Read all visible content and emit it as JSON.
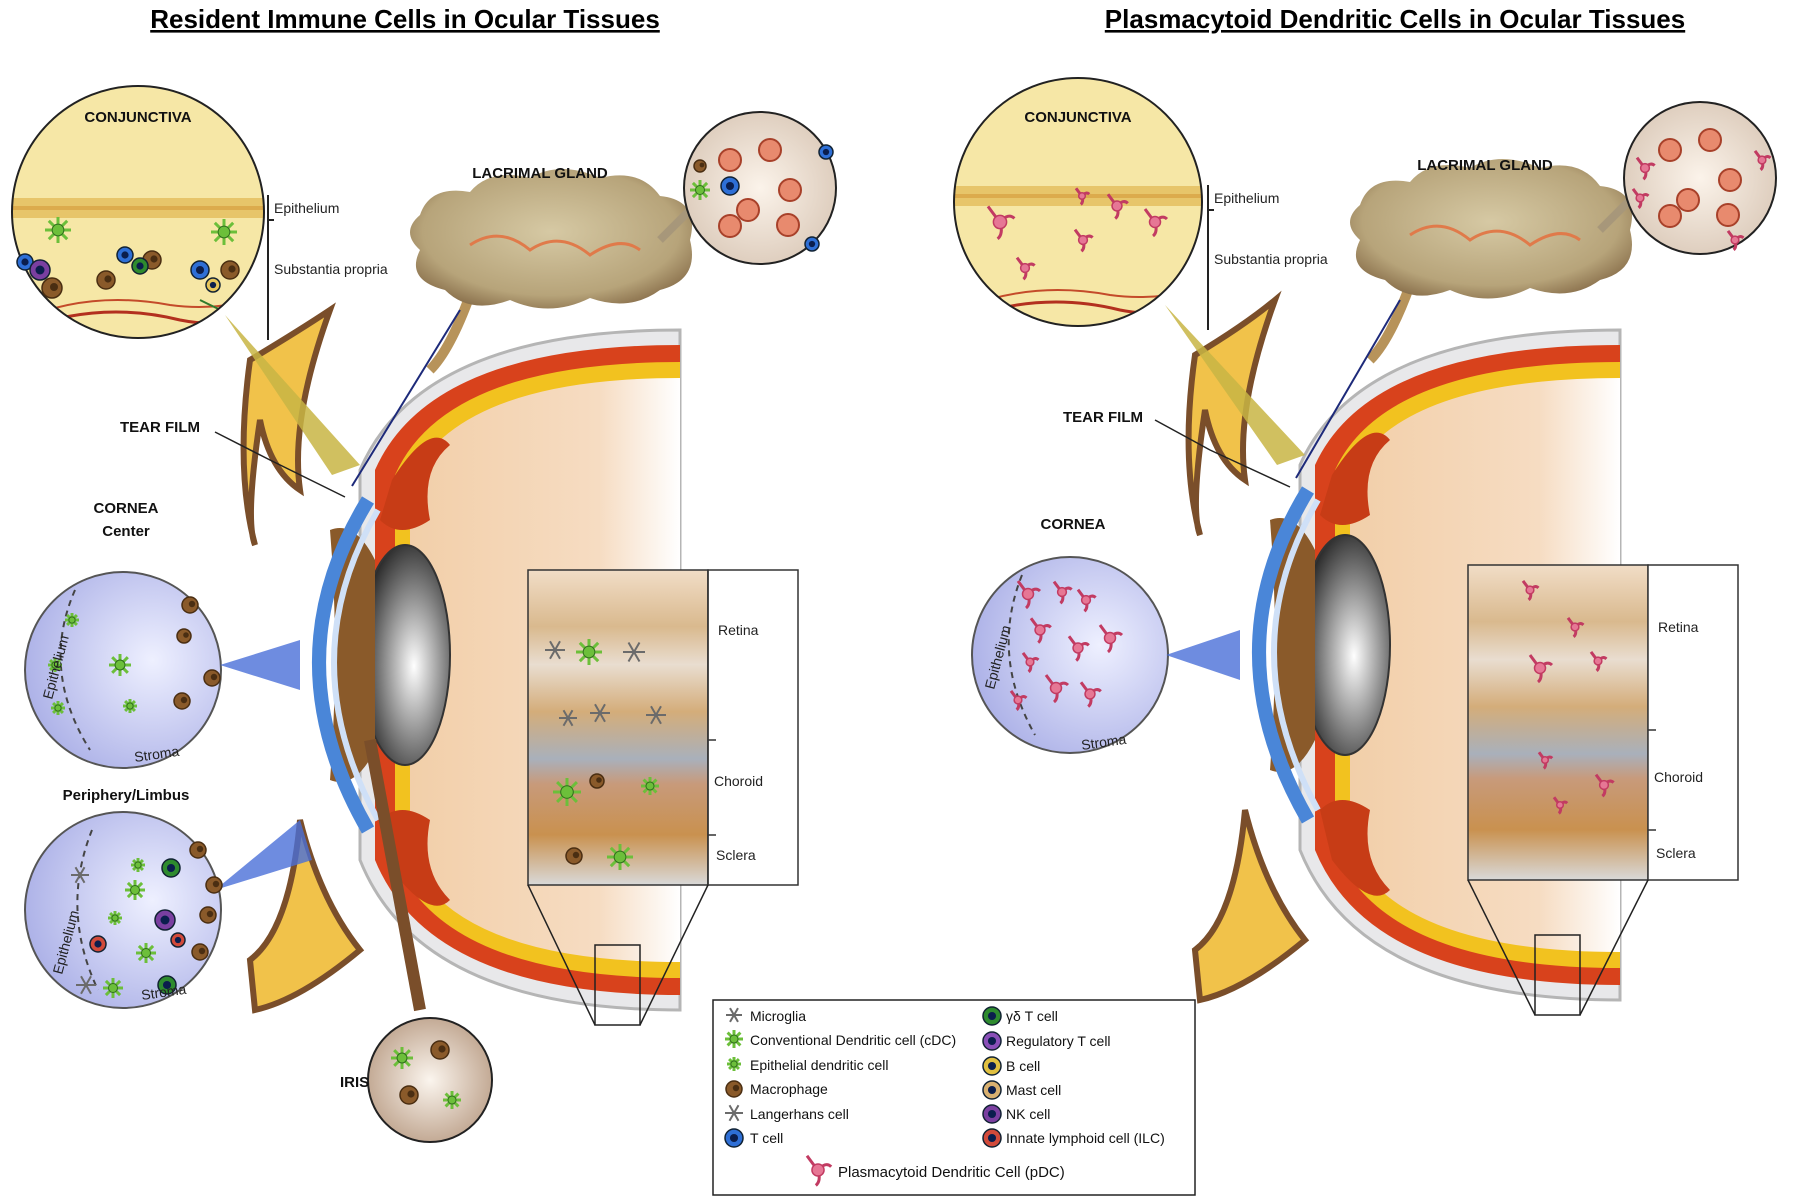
{
  "colors": {
    "conjunctiva_fill": "#f6e7a6",
    "gland_fill": "#c9b98f",
    "eye_inner": "#f4d6b8",
    "sclera_red": "#d8421c",
    "cornea_fill": "#c7cbf0",
    "macrophage": "#8a5a2a",
    "cdc_green": "#6cbf3a",
    "tcell_blue": "#2e6fd6",
    "pdc_pink": "#c23b62"
  },
  "left": {
    "title": "Resident Immune Cells in Ocular Tissues",
    "conjunctiva": "CONJUNCTIVA",
    "epithelium": "Epithelium",
    "substantia": "Substantia propria",
    "lacrimal": "LACRIMAL GLAND",
    "tear_film": "TEAR FILM",
    "cornea": "CORNEA",
    "center": "Center",
    "periphery": "Periphery/Limbus",
    "epithelium_c": "Epithelium",
    "stroma_c": "Stroma",
    "epithelium_p": "Epithelium",
    "stroma_p": "Stroma",
    "iris": "IRIS",
    "retina": "Retina",
    "choroid": "Choroid",
    "sclera": "Sclera"
  },
  "right": {
    "title": "Plasmacytoid Dendritic Cells in Ocular Tissues",
    "conjunctiva": "CONJUNCTIVA",
    "epithelium": "Epithelium",
    "substantia": "Substantia propria",
    "lacrimal": "LACRIMAL GLAND",
    "tear_film": "TEAR FILM",
    "cornea": "CORNEA",
    "epithelium_c": "Epithelium",
    "stroma_c": "Stroma",
    "retina": "Retina",
    "choroid": "Choroid",
    "sclera": "Sclera"
  },
  "legend": {
    "col1": [
      "Microglia",
      "Conventional Dendritic cell (cDC)",
      "Epithelial dendritic cell",
      "Macrophage",
      "Langerhans cell",
      "T cell"
    ],
    "col2": [
      "γδ T cell",
      "Regulatory T cell",
      "B cell",
      "Mast cell",
      "NK cell",
      "Innate lymphoid cell (ILC)"
    ],
    "pdc": "Plasmacytoid Dendritic Cell (pDC)"
  }
}
